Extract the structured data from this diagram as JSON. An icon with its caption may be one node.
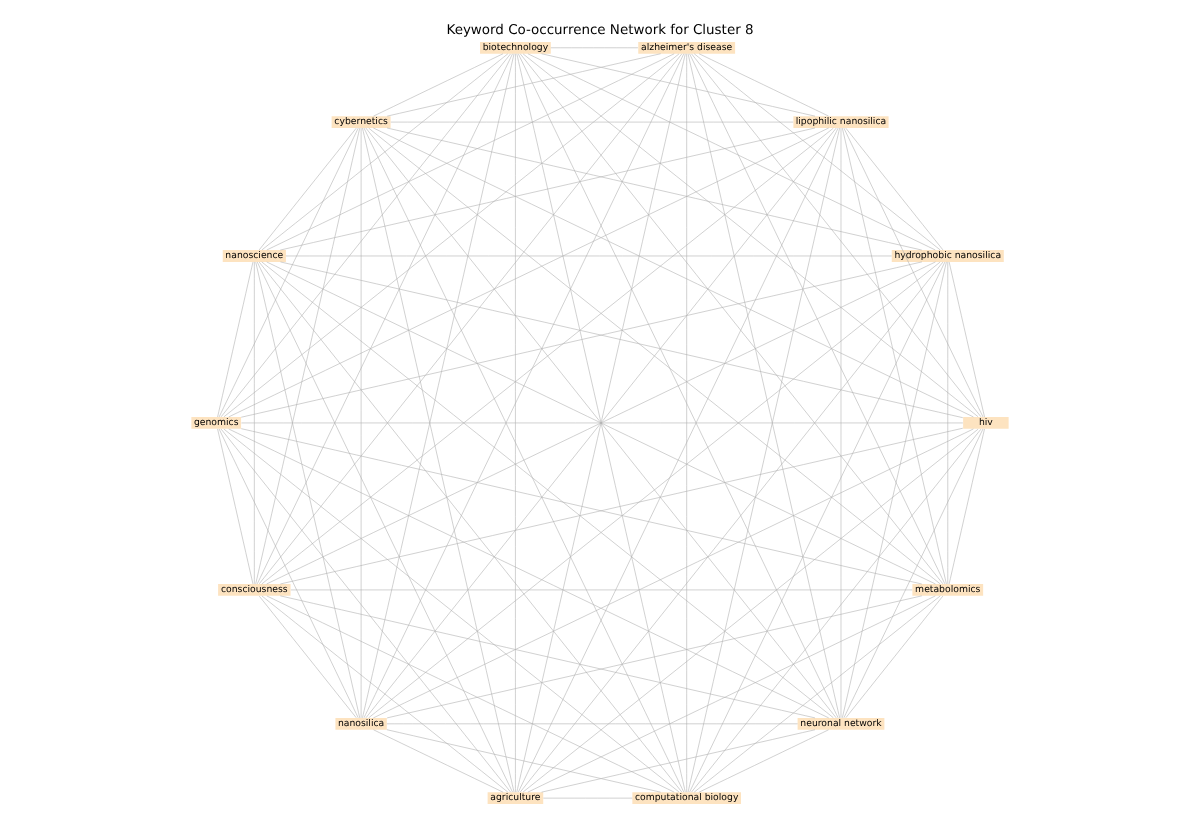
{
  "diagram": {
    "title": "Keyword Co-occurrence Network for Cluster 8",
    "nodes": [
      {
        "text": [
          "metabolomics"
        ]
      },
      {
        "text": [
          "hiv"
        ]
      },
      {
        "text": [
          "computational biology"
        ]
      },
      {
        "text": [
          "agriculture"
        ]
      },
      {
        "text": [
          "nanosilica"
        ]
      },
      {
        "text": [
          "consciousness"
        ]
      },
      {
        "text": [
          "genomics"
        ]
      },
      {
        "text": [
          "nanoscience"
        ]
      },
      {
        "text": [
          "cybernetics"
        ]
      },
      {
        "text": [
          "biotechnology"
        ]
      },
      {
        "text": [
          "alzheimer's disease"
        ]
      },
      {
        "text": [
          "lipophilic nanosilica"
        ]
      },
      {
        "text": [
          "hydrophobic nanosilica"
        ]
      },
      {
        "text": [
          "neuronal network"
        ]
      }
    ],
    "edges": [
      {
        "from": 0,
        "to": 1,
        "arrow": "none"
      },
      {
        "from": 0,
        "to": 2,
        "arrow": "none"
      },
      {
        "from": 0,
        "to": 3,
        "arrow": "none"
      },
      {
        "from": 0,
        "to": 4,
        "arrow": "none"
      },
      {
        "from": 0,
        "to": 5,
        "arrow": "none"
      },
      {
        "from": 0,
        "to": 6,
        "arrow": "none"
      },
      {
        "from": 0,
        "to": 7,
        "arrow": "none"
      },
      {
        "from": 0,
        "to": 8,
        "arrow": "none"
      },
      {
        "from": 0,
        "to": 9,
        "arrow": "none"
      },
      {
        "from": 0,
        "to": 10,
        "arrow": "none"
      },
      {
        "from": 0,
        "to": 11,
        "arrow": "none"
      },
      {
        "from": 0,
        "to": 12,
        "arrow": "none"
      },
      {
        "from": 0,
        "to": 13,
        "arrow": "none"
      },
      {
        "from": 1,
        "to": 2,
        "arrow": "none"
      },
      {
        "from": 1,
        "to": 3,
        "arrow": "none"
      },
      {
        "from": 1,
        "to": 4,
        "arrow": "none"
      },
      {
        "from": 1,
        "to": 5,
        "arrow": "none"
      },
      {
        "from": 1,
        "to": 6,
        "arrow": "none"
      },
      {
        "from": 1,
        "to": 7,
        "arrow": "none"
      },
      {
        "from": 1,
        "to": 8,
        "arrow": "none"
      },
      {
        "from": 1,
        "to": 9,
        "arrow": "none"
      },
      {
        "from": 1,
        "to": 10,
        "arrow": "none"
      },
      {
        "from": 1,
        "to": 11,
        "arrow": "none"
      },
      {
        "from": 1,
        "to": 12,
        "arrow": "none"
      },
      {
        "from": 1,
        "to": 13,
        "arrow": "none"
      },
      {
        "from": 2,
        "to": 3,
        "arrow": "none"
      },
      {
        "from": 2,
        "to": 4,
        "arrow": "none"
      },
      {
        "from": 2,
        "to": 5,
        "arrow": "none"
      },
      {
        "from": 2,
        "to": 6,
        "arrow": "none"
      },
      {
        "from": 2,
        "to": 7,
        "arrow": "none"
      },
      {
        "from": 2,
        "to": 8,
        "arrow": "none"
      },
      {
        "from": 2,
        "to": 9,
        "arrow": "none"
      },
      {
        "from": 2,
        "to": 10,
        "arrow": "none"
      },
      {
        "from": 2,
        "to": 11,
        "arrow": "none"
      },
      {
        "from": 2,
        "to": 12,
        "arrow": "none"
      },
      {
        "from": 2,
        "to": 13,
        "arrow": "none"
      },
      {
        "from": 3,
        "to": 4,
        "arrow": "none"
      },
      {
        "from": 3,
        "to": 5,
        "arrow": "none"
      },
      {
        "from": 3,
        "to": 6,
        "arrow": "none"
      },
      {
        "from": 3,
        "to": 7,
        "arrow": "none"
      },
      {
        "from": 3,
        "to": 8,
        "arrow": "none"
      },
      {
        "from": 3,
        "to": 9,
        "arrow": "none"
      },
      {
        "from": 3,
        "to": 10,
        "arrow": "none"
      },
      {
        "from": 3,
        "to": 11,
        "arrow": "none"
      },
      {
        "from": 3,
        "to": 12,
        "arrow": "none"
      },
      {
        "from": 3,
        "to": 13,
        "arrow": "none"
      },
      {
        "from": 4,
        "to": 5,
        "arrow": "none"
      },
      {
        "from": 4,
        "to": 6,
        "arrow": "none"
      },
      {
        "from": 4,
        "to": 7,
        "arrow": "none"
      },
      {
        "from": 4,
        "to": 8,
        "arrow": "none"
      },
      {
        "from": 4,
        "to": 9,
        "arrow": "none"
      },
      {
        "from": 4,
        "to": 10,
        "arrow": "none"
      },
      {
        "from": 4,
        "to": 11,
        "arrow": "none"
      },
      {
        "from": 4,
        "to": 12,
        "arrow": "none"
      },
      {
        "from": 4,
        "to": 13,
        "arrow": "none"
      },
      {
        "from": 5,
        "to": 6,
        "arrow": "none"
      },
      {
        "from": 5,
        "to": 7,
        "arrow": "none"
      },
      {
        "from": 5,
        "to": 8,
        "arrow": "none"
      },
      {
        "from": 5,
        "to": 9,
        "arrow": "none"
      },
      {
        "from": 5,
        "to": 10,
        "arrow": "none"
      },
      {
        "from": 5,
        "to": 11,
        "arrow": "none"
      },
      {
        "from": 5,
        "to": 12,
        "arrow": "none"
      },
      {
        "from": 5,
        "to": 13,
        "arrow": "none"
      },
      {
        "from": 6,
        "to": 7,
        "arrow": "none"
      },
      {
        "from": 6,
        "to": 8,
        "arrow": "none"
      },
      {
        "from": 6,
        "to": 9,
        "arrow": "none"
      },
      {
        "from": 6,
        "to": 10,
        "arrow": "none"
      },
      {
        "from": 6,
        "to": 11,
        "arrow": "none"
      },
      {
        "from": 6,
        "to": 12,
        "arrow": "none"
      },
      {
        "from": 6,
        "to": 13,
        "arrow": "none"
      },
      {
        "from": 7,
        "to": 8,
        "arrow": "none"
      },
      {
        "from": 7,
        "to": 9,
        "arrow": "none"
      },
      {
        "from": 7,
        "to": 10,
        "arrow": "none"
      },
      {
        "from": 7,
        "to": 11,
        "arrow": "none"
      },
      {
        "from": 7,
        "to": 12,
        "arrow": "none"
      },
      {
        "from": 7,
        "to": 13,
        "arrow": "none"
      },
      {
        "from": 8,
        "to": 9,
        "arrow": "none"
      },
      {
        "from": 8,
        "to": 10,
        "arrow": "none"
      },
      {
        "from": 8,
        "to": 11,
        "arrow": "none"
      },
      {
        "from": 8,
        "to": 12,
        "arrow": "none"
      },
      {
        "from": 8,
        "to": 13,
        "arrow": "none"
      },
      {
        "from": 9,
        "to": 10,
        "arrow": "none"
      },
      {
        "from": 9,
        "to": 11,
        "arrow": "none"
      },
      {
        "from": 9,
        "to": 12,
        "arrow": "none"
      },
      {
        "from": 9,
        "to": 13,
        "arrow": "none"
      },
      {
        "from": 10,
        "to": 11,
        "arrow": "none"
      },
      {
        "from": 10,
        "to": 12,
        "arrow": "none"
      },
      {
        "from": 10,
        "to": 13,
        "arrow": "none"
      },
      {
        "from": 11,
        "to": 12,
        "arrow": "none"
      },
      {
        "from": 11,
        "to": 13,
        "arrow": "none"
      },
      {
        "from": 12,
        "to": 13,
        "arrow": "none"
      }
    ]
  }
}
